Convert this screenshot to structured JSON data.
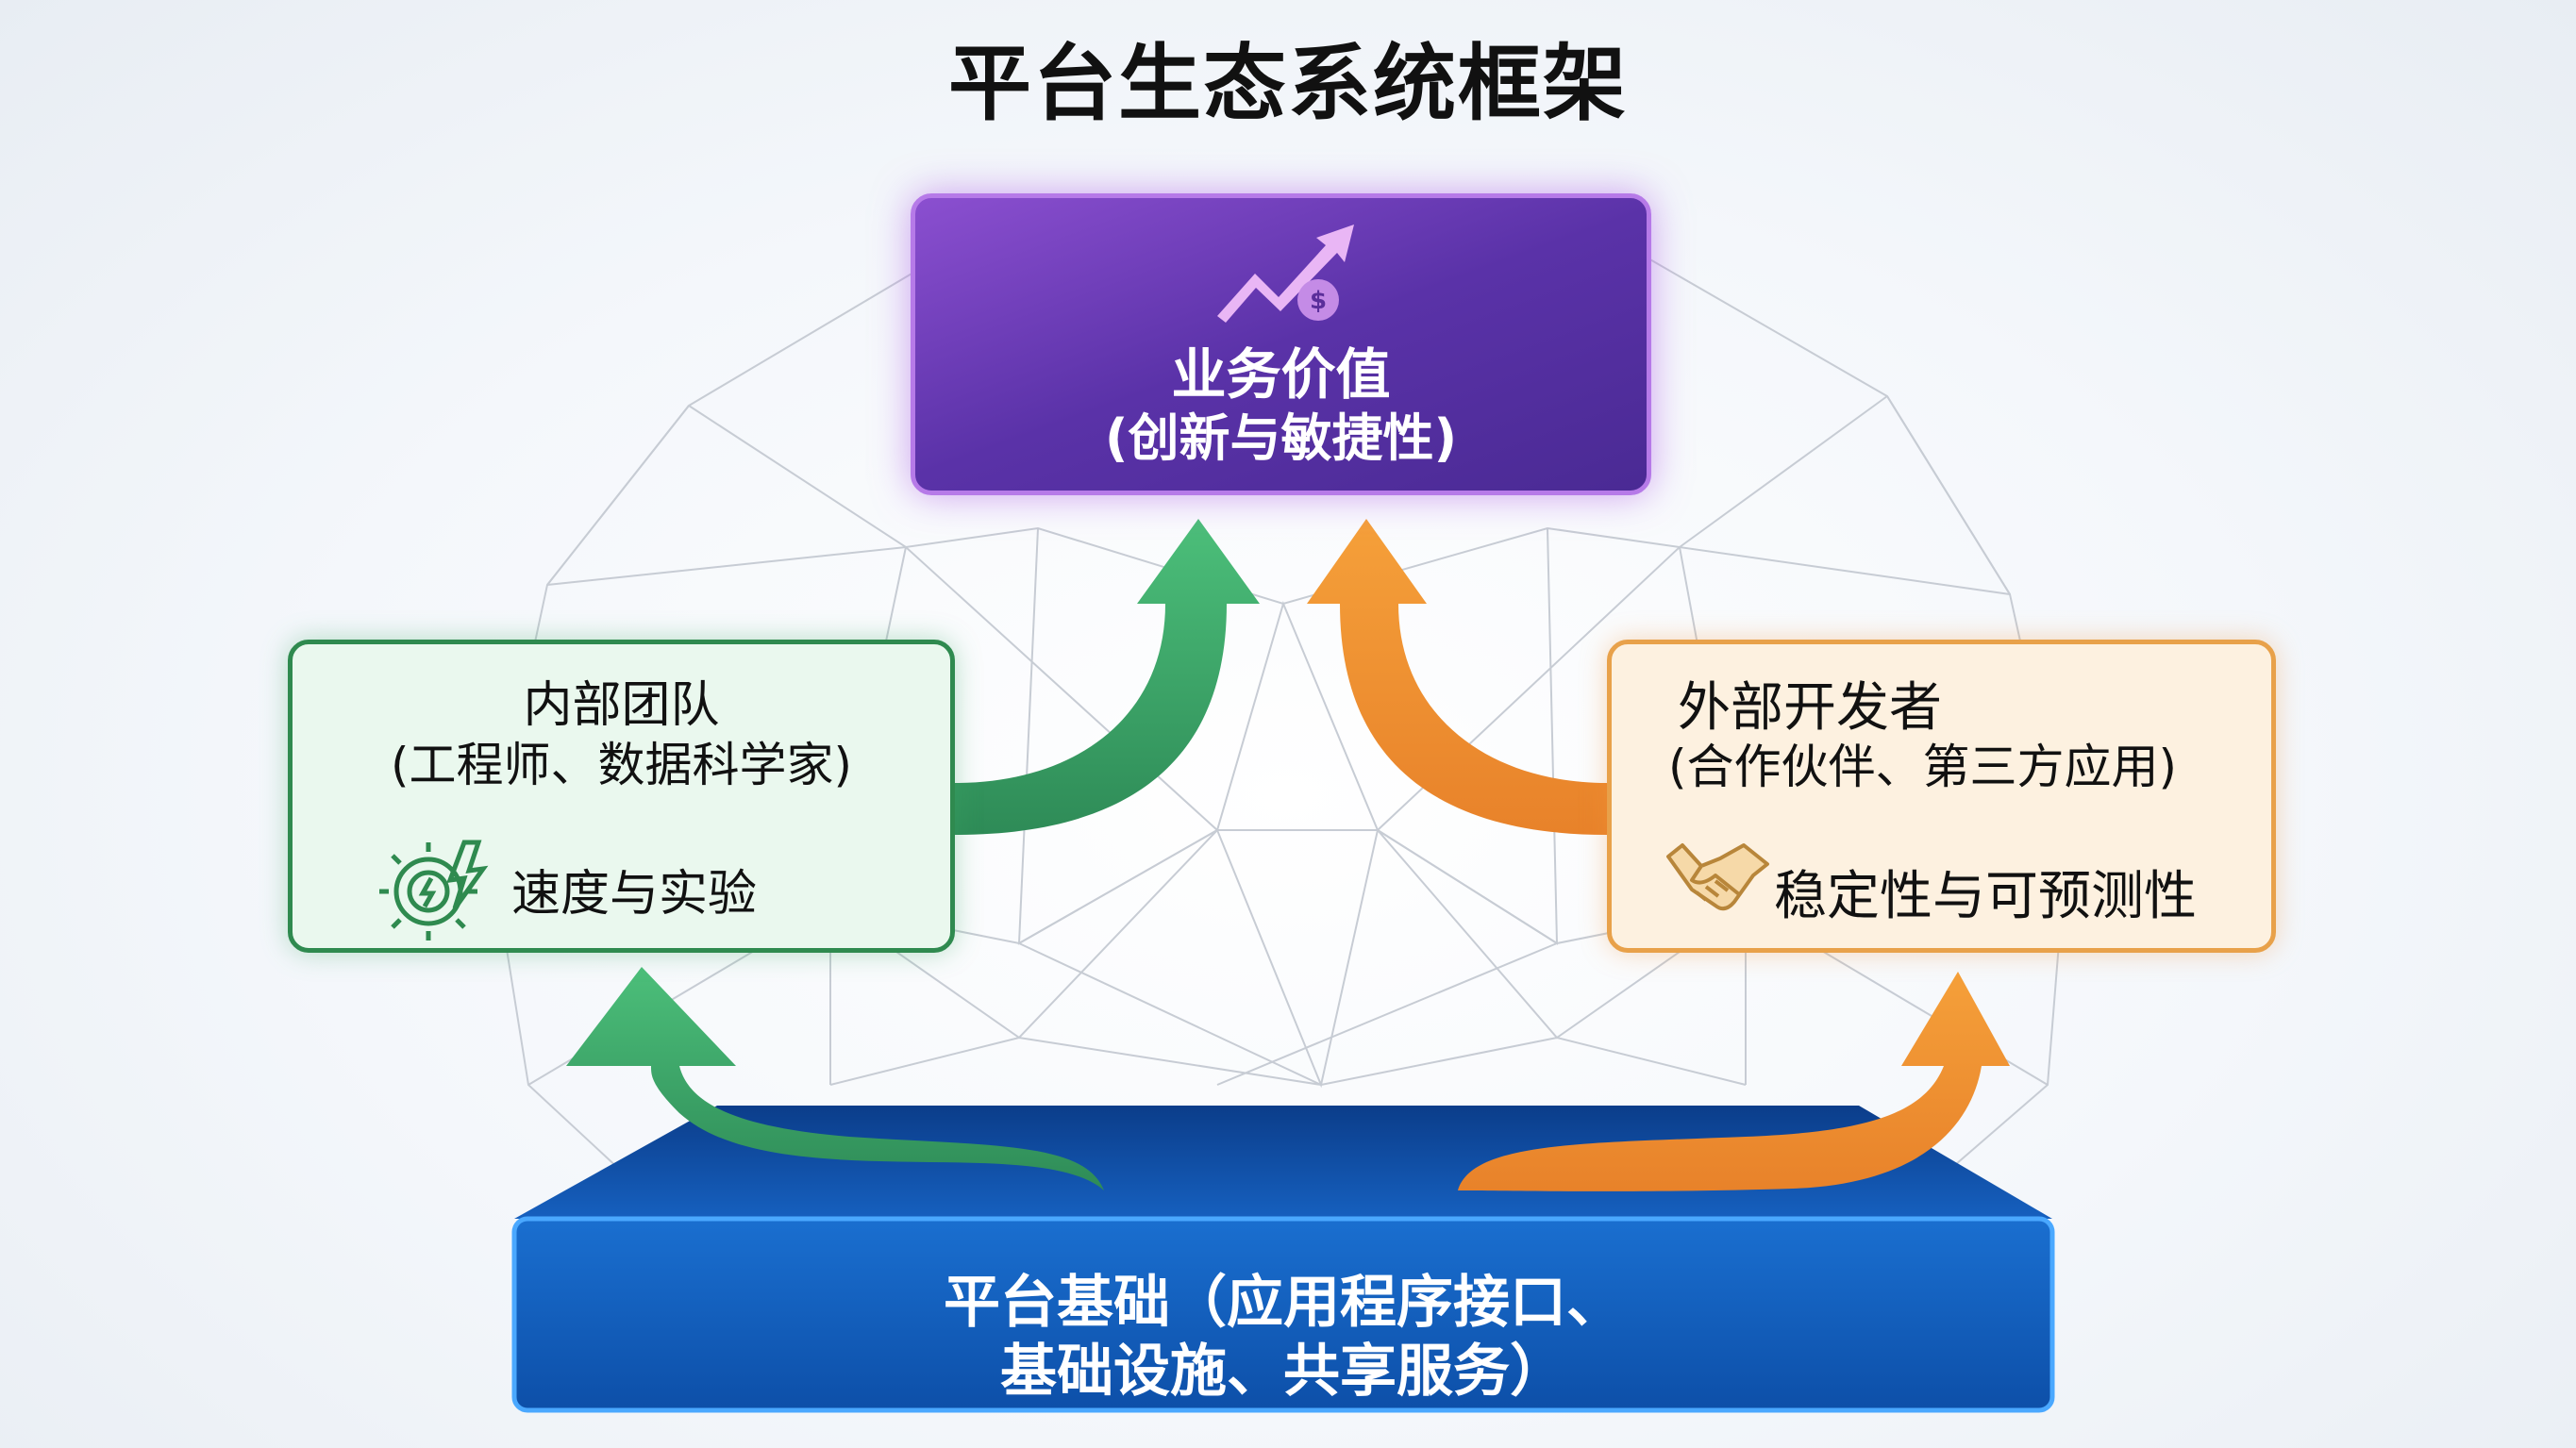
{
  "title": "平台生态系统框架",
  "business_value": {
    "title": "业务价值",
    "subtitle": "(创新与敏捷性)",
    "icon": "growth-chart-dollar-icon",
    "color": "#5a32a8"
  },
  "internal_teams": {
    "title": "内部团队",
    "subtitle": "(工程师、数据科学家)",
    "benefit": "速度与实验",
    "icon": "gear-lightning-icon",
    "color": "#2f8a4f"
  },
  "external_developers": {
    "title": "外部开发者",
    "subtitle": "(合作伙伴、第三方应用)",
    "benefit": "稳定性与可预测性",
    "icon": "handshake-icon",
    "color": "#e8a14a"
  },
  "platform": {
    "line1": "平台基础（应用程序接口、",
    "line2": "基础设施、共享服务）",
    "color": "#1565c0"
  }
}
